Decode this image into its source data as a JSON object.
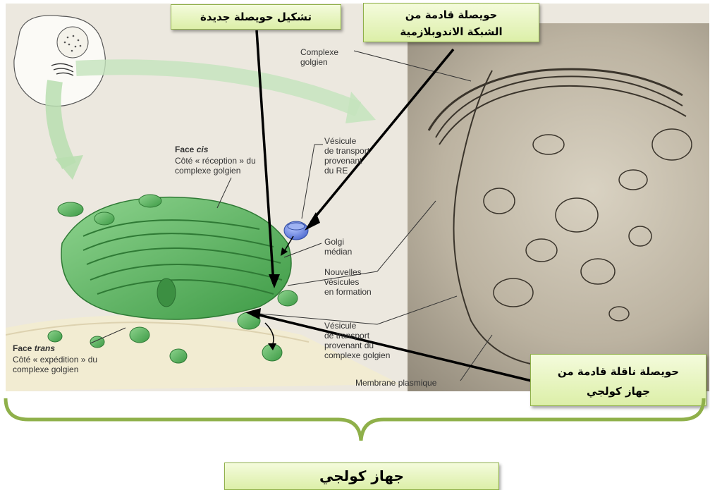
{
  "labels": {
    "complexe_golgien": "Complexe\ngolgien",
    "face_cis_title_prefix": "Face ",
    "face_cis_title_em": "cis",
    "face_cis_desc": "Côté « réception » du\ncomplexe golgien",
    "vesicule_re": "Vésicule\nde transport\nprovenant\ndu RE",
    "golgi_median": "Golgi\nmédian",
    "nouvelles_vesicules": "Nouvelles\nvésicules\nen formation",
    "vesicule_golgi": "Vésicule\nde transport\nprovenant du\ncomplexe golgien",
    "membrane": "Membrane plasmique",
    "face_trans_title_prefix": "Face ",
    "face_trans_title_em": "trans",
    "face_trans_desc": "Côté « expédition » du\ncomplexe golgien"
  },
  "arabic": {
    "new_vesicle": "تشكيل حويصلة جديدة",
    "from_er": "حويصلة قادمة من\nالشبكة الاندوبلازمية",
    "from_golgi": "حويصلة ناقلة قادمة من\nجهاز كولجي",
    "title": "جهاز كولجي"
  },
  "colors": {
    "box_fill": "#e6f4c0",
    "box_border": "#8fb04a",
    "golgi_green": "#5cb85c",
    "bracket": "#8fb04a"
  }
}
